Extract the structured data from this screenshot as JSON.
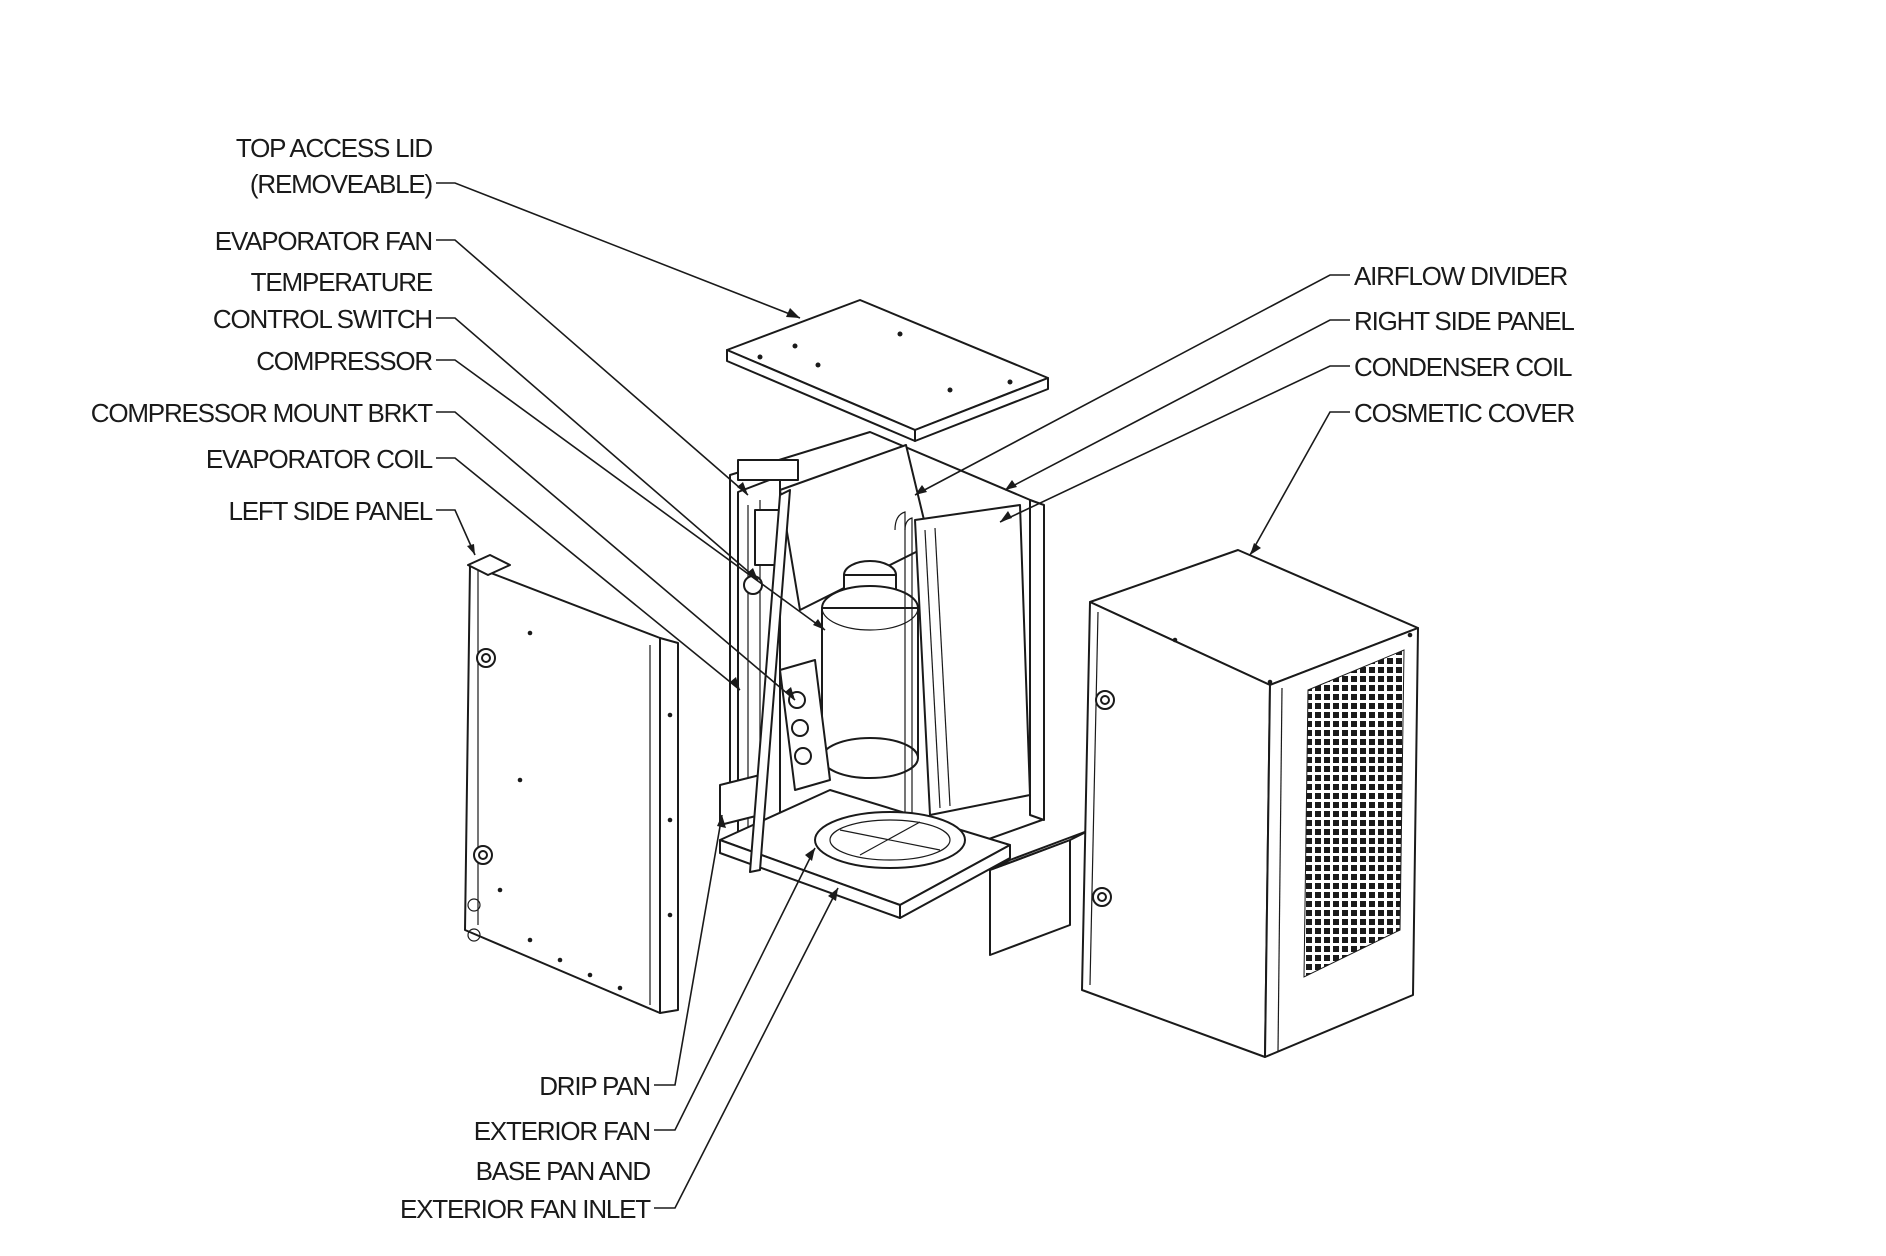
{
  "diagram": {
    "left_labels": [
      {
        "id": "top-access-lid",
        "lines": [
          "TOP ACCESS LID",
          "(REMOVEABLE)"
        ]
      },
      {
        "id": "evaporator-fan",
        "lines": [
          "EVAPORATOR FAN"
        ]
      },
      {
        "id": "temperature-control-switch",
        "lines": [
          "TEMPERATURE",
          "CONTROL SWITCH"
        ]
      },
      {
        "id": "compressor",
        "lines": [
          "COMPRESSOR"
        ]
      },
      {
        "id": "compressor-mount-brkt",
        "lines": [
          "COMPRESSOR MOUNT BRKT"
        ]
      },
      {
        "id": "evaporator-coil",
        "lines": [
          "EVAPORATOR COIL"
        ]
      },
      {
        "id": "left-side-panel",
        "lines": [
          "LEFT SIDE PANEL"
        ]
      }
    ],
    "right_labels": [
      {
        "id": "airflow-divider",
        "lines": [
          "AIRFLOW DIVIDER"
        ]
      },
      {
        "id": "right-side-panel",
        "lines": [
          "RIGHT SIDE PANEL"
        ]
      },
      {
        "id": "condenser-coil",
        "lines": [
          "CONDENSER COIL"
        ]
      },
      {
        "id": "cosmetic-cover",
        "lines": [
          "COSMETIC COVER"
        ]
      }
    ],
    "bottom_labels": [
      {
        "id": "drip-pan",
        "lines": [
          "DRIP PAN"
        ]
      },
      {
        "id": "exterior-fan",
        "lines": [
          "EXTERIOR FAN"
        ]
      },
      {
        "id": "base-pan-exterior-fan-inlet",
        "lines": [
          "BASE PAN AND",
          "EXTERIOR FAN INLET"
        ]
      }
    ]
  }
}
